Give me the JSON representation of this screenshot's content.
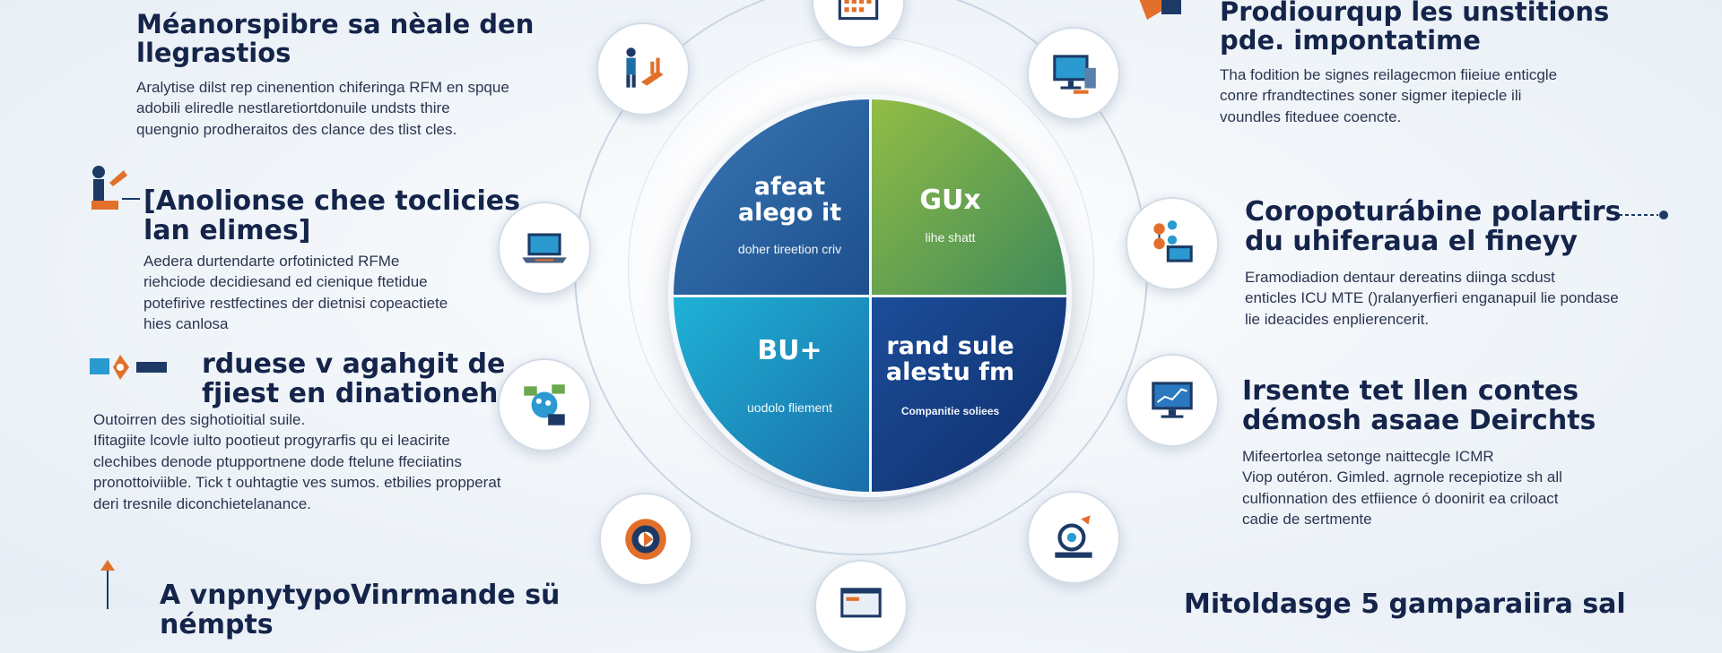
{
  "colors": {
    "navy": "#14244a",
    "blue": "#1d4f8c",
    "green": "#6aa84f",
    "cyan": "#1eb2d6",
    "orange": "#e2702a"
  },
  "left_blocks": [
    {
      "heading": [
        "Méanorspibre sa nèale den",
        "llegrastios"
      ],
      "body": [
        "Aralytise dilst rep cinenention chiferinga RFM en spque",
        "adobili eliredle nestlaretiortdonuile undsts thire",
        "quengnio prodheraitos des clance des tlist cles."
      ]
    },
    {
      "heading": [
        "[Anolionse chee toclicies",
        "lan elimes]"
      ],
      "body": [
        "Aedera durtendarte orfotinicted RFMe",
        "riehciode decidiesand ed cienique ftetidue",
        "potefirive restfectines der dietnisi copeactiete",
        "hies canlosa"
      ]
    },
    {
      "heading": [
        "rduese v agahgit    de",
        "fjiest en dinationeh"
      ],
      "body": [
        "Outoirren des sighotioitial suile.",
        "Ifitagiite lcovle iulto pootieut progyrarfis qu ei leacirite",
        "clechibes denode ptupportnene dode ftelune ffeciiatins",
        "pronottoiviible. Tick t ouhtagtie ves sumos. etbilies propperat",
        "deri tresnile diconchietelanance."
      ]
    },
    {
      "heading": [
        "A vnpnytypoVinrmande sü némpts"
      ],
      "body": []
    }
  ],
  "right_blocks": [
    {
      "heading": [
        "Prodiourqup les unstitions",
        "pde. impontatime"
      ],
      "body": [
        "Tha fodition be signes reilagecmon fiieiue enticgle",
        "conre rfrandtectines soner sigmer itepiecle ili",
        "voundles fiteduee coencte."
      ]
    },
    {
      "heading": [
        "Coropoturábine polartirs",
        "du uhiferaua el fineyy"
      ],
      "body": [
        "Eramodiadion dentaur dereatins diinga scdust",
        "enticles ICU MTE ()ralanyerfieri enganapuil lie pondase",
        "lie ideacides enplierencerit."
      ]
    },
    {
      "heading": [
        "Irsente tet llen contes",
        "démosh asaae Deirchts"
      ],
      "body": [
        "Mifeertorlea setonge naittecgle ICMR",
        "Viop outéron. Gimled. agrnole recepiotize sh all",
        "culfionnation des etfiience ó doonirit ea criloact",
        "cadie de sertmente"
      ]
    },
    {
      "heading": [
        "Mitoldasge 5 gamparaiira sal"
      ],
      "body": []
    }
  ],
  "quadrants": [
    {
      "title": [
        "afeat",
        "alego it"
      ],
      "subtitle": "doher tireetion criv"
    },
    {
      "title": [
        "GUx"
      ],
      "subtitle": "lihe shatt"
    },
    {
      "title": [
        "BU+"
      ],
      "subtitle": "uodolo fliement"
    },
    {
      "title": [
        "rand sule",
        "alestu fm"
      ],
      "subtitle": "Companitie soliees"
    }
  ],
  "nodes": [
    {
      "icon": "calendar-grid-icon"
    },
    {
      "icon": "presenter-chart-icon"
    },
    {
      "icon": "monitor-dashboard-icon"
    },
    {
      "icon": "laptop-analytics-icon"
    },
    {
      "icon": "network-devices-icon"
    },
    {
      "icon": "people-network-icon"
    },
    {
      "icon": "desktop-chart-icon"
    },
    {
      "icon": "target-coin-icon"
    },
    {
      "icon": "growth-gear-icon"
    },
    {
      "icon": "browser-window-icon"
    }
  ]
}
